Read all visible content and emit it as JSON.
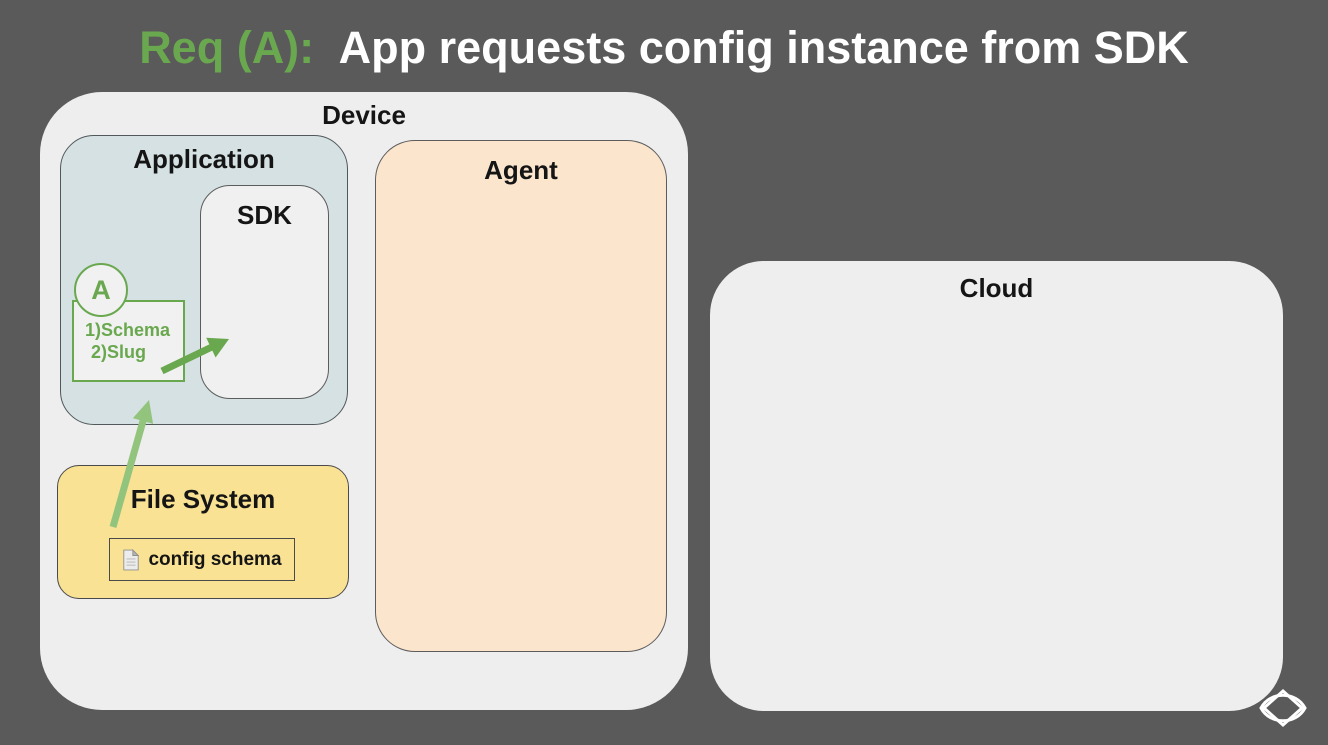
{
  "slide": {
    "title": {
      "prefix": "Req (A):",
      "text": "App requests config instance from SDK"
    }
  },
  "colors": {
    "background": "#5a5a5a",
    "title_prefix_green": "#6aa84f",
    "title_text": "#ffffff",
    "container_fill": "#eeeeee",
    "application_fill": "#d5e1e3",
    "agent_fill": "#fce5cd",
    "file_system_fill": "#f9e294",
    "annotation_green": "#6aa84f",
    "arrow_dark_green": "#6aa84f",
    "arrow_light_green": "#93c47d"
  },
  "diagram": {
    "device": {
      "label": "Device"
    },
    "application": {
      "label": "Application"
    },
    "sdk": {
      "label": "SDK"
    },
    "agent": {
      "label": "Agent"
    },
    "cloud": {
      "label": "Cloud"
    },
    "file_system": {
      "label": "File System"
    },
    "config_schema_file": {
      "label": "config schema",
      "icon": "file-document-icon"
    },
    "step_marker": {
      "label": "A"
    },
    "request_params": {
      "line1": "1)Schema",
      "line2": "2)Slug"
    },
    "arrows": [
      {
        "name": "params-to-sdk",
        "from": "request-params-box",
        "to": "sdk",
        "color": "#6aa84f"
      },
      {
        "name": "file-system-to-application",
        "from": "file-system",
        "to": "application",
        "color": "#93c47d"
      }
    ]
  },
  "logo": {
    "name": "viam-logo"
  }
}
